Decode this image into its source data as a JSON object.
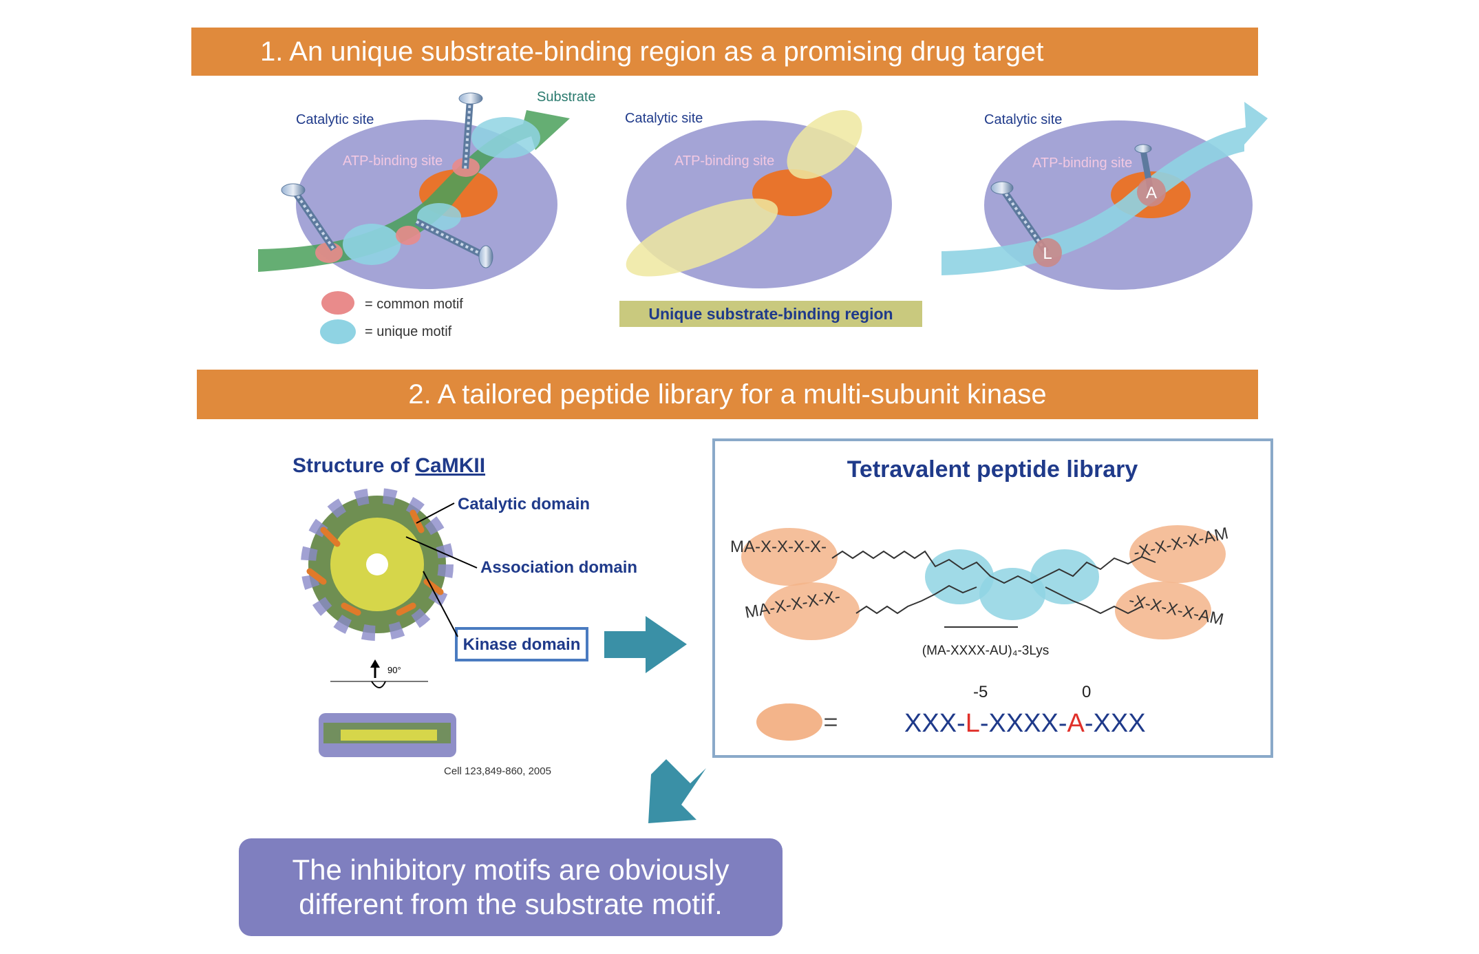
{
  "section1": {
    "title": "1. An unique substrate-binding region as a  promising drug target",
    "panel_a": {
      "catalytic_label": "Catalytic site",
      "atp_label": "ATP-binding site",
      "substrate_label": "Substrate",
      "legend": [
        {
          "label": "= common motif",
          "color": "#e98b8b"
        },
        {
          "label": "= unique motif",
          "color": "#8fd3e3"
        }
      ]
    },
    "panel_b": {
      "catalytic_label": "Catalytic site",
      "atp_label": "ATP-binding site",
      "region_label": "Unique substrate-binding region"
    },
    "panel_c": {
      "catalytic_label": "Catalytic site",
      "atp_label": "ATP-binding site",
      "motif_a": "A",
      "motif_l": "L"
    }
  },
  "section2": {
    "title": "2. A tailored peptide library for a multi-subunit kinase",
    "structure": {
      "title_prefix": "Structure of ",
      "title_protein": "CaMKII",
      "catalytic_domain": "Catalytic domain",
      "association_domain": "Association domain",
      "kinase_domain": "Kinase domain",
      "rotation": "90°",
      "citation": "Cell 123,849-860, 2005"
    },
    "library": {
      "title": "Tetravalent peptide library",
      "chain_left_top": "MA-X-X-X-X-",
      "chain_left_bottom": "MA-X-X-X-X-",
      "chain_right_top": "-X-X-X-X-AM",
      "chain_right_bottom": "-X-X-X-X-AM",
      "formula": "(MA-XXXX-AU)₄-3Lys",
      "pos_minus5": "-5",
      "pos_0": "0",
      "equals": "=",
      "seq_part1": "XXX-",
      "seq_L": "L",
      "seq_part2": "-XXXX-",
      "seq_A": "A",
      "seq_part3": "-XXX"
    },
    "callout": "The inhibitory motifs are obviously different from the substrate motif."
  },
  "colors": {
    "banner": "#e08a3c",
    "kinase_ellipse": "#a4a4d6",
    "atp_site": "#e8742c",
    "substrate_arrow": "#4aa05a",
    "unique_region": "#efe7a0",
    "cyan_arrow": "#8fd3e3",
    "label_blue": "#1f3a8a",
    "red": "#e0302a",
    "teal_arrow": "#3a90a6",
    "peach": "#f3b48a",
    "callout": "#7f7fbf"
  }
}
